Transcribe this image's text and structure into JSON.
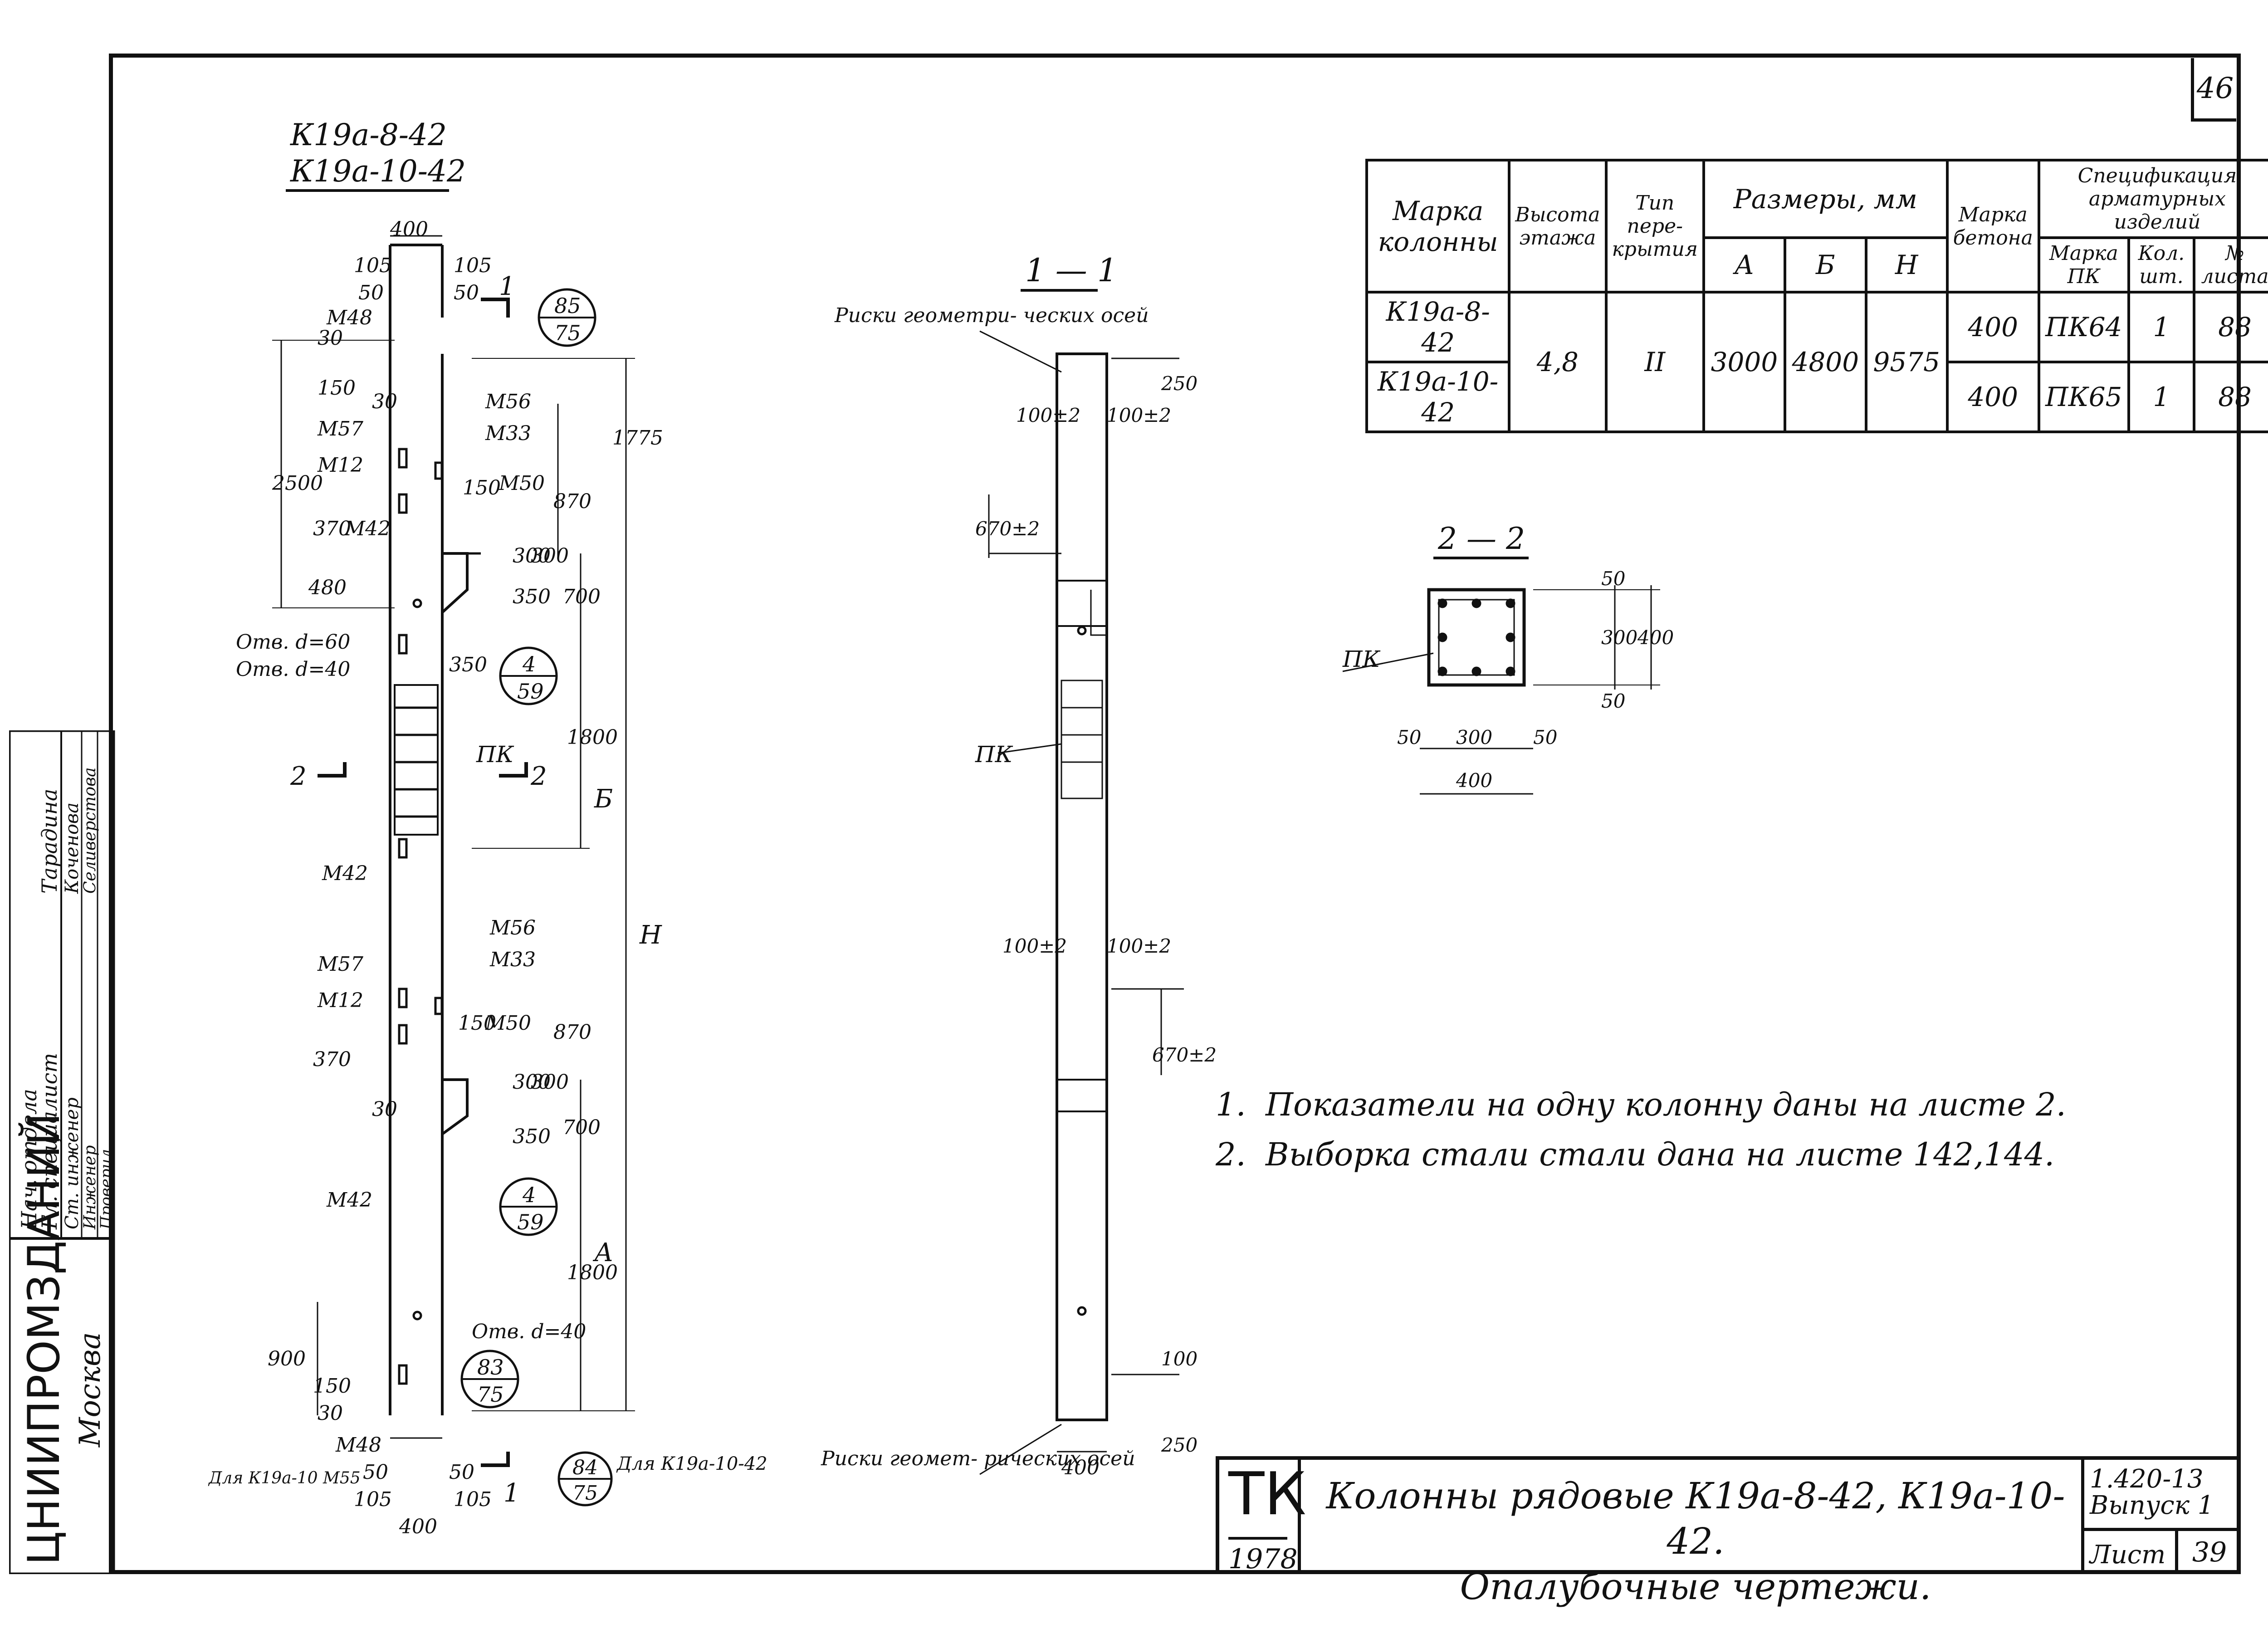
{
  "sheet": {
    "page_number": "46",
    "column_marks": [
      "К19а-8-42",
      "К19а-10-42"
    ]
  },
  "table": {
    "headers": {
      "mark": "Марка колонны",
      "floor_height": "Высота этажа",
      "floor_type": "Тип пере- крытия",
      "dims": "Размеры, мм",
      "dim_a": "А",
      "dim_b": "Б",
      "dim_h": "Н",
      "concrete": "Марка бетона",
      "spec": "Спецификация арматурных изделий",
      "spec_mark": "Марка ПК",
      "spec_qty": "Кол. шт.",
      "spec_sheet": "№ листа"
    },
    "rows": [
      {
        "mark": "К19а-8-42",
        "concrete": "400",
        "pk": "ПК64",
        "qty": "1",
        "sheet": "88"
      },
      {
        "mark": "К19а-10-42",
        "concrete": "400",
        "pk": "ПК65",
        "qty": "1",
        "sheet": "88"
      }
    ],
    "shared": {
      "floor_height": "4,8",
      "floor_type": "II",
      "a": "3000",
      "b": "4800",
      "h": "9575"
    }
  },
  "elevation": {
    "top_width": "400",
    "side_dims": [
      "105",
      "105",
      "50",
      "50",
      "30",
      "150",
      "30",
      "2500",
      "480",
      "370",
      "150",
      "870",
      "300",
      "300",
      "350",
      "700",
      "1775",
      "1800",
      "350",
      "30",
      "150",
      "870",
      "300",
      "300",
      "350",
      "700",
      "1800",
      "370",
      "900",
      "150",
      "30",
      "50",
      "50",
      "105",
      "105",
      "400"
    ],
    "letter_b": "Б",
    "letter_a": "А",
    "letter_h": "Н",
    "parts": [
      "М48",
      "М57",
      "М12",
      "М42",
      "М56",
      "М33",
      "М50",
      "М42",
      "М57",
      "М12",
      "М56",
      "М33",
      "М50",
      "М42",
      "М48"
    ],
    "hole_60": "Отв. d=60",
    "hole_40": "Отв. d=40",
    "hole_40b": "Отв. d=40",
    "pk": "ПК",
    "section_mark_1": "1",
    "section_mark_2": "2",
    "ref_top": {
      "top": "85",
      "bottom": "75"
    },
    "ref_mid1": {
      "top": "4",
      "bottom": "59"
    },
    "ref_mid2": {
      "top": "4",
      "bottom": "59"
    },
    "ref_bottom": {
      "top": "83",
      "bottom": "75"
    },
    "ref_bottom2": {
      "top": "84",
      "bottom": "75"
    },
    "for_note_left": "Для К19а-10 М55",
    "for_note_right": "Для К19а-10-42"
  },
  "section11": {
    "title": "1 — 1",
    "axis_top": "Риски геометри- ческих осей",
    "axis_bottom": "Риски геомет- рических осей",
    "pk": "ПК",
    "dims": [
      "100±2",
      "100±2",
      "670±2",
      "100±2",
      "100±2",
      "670±2",
      "250",
      "100",
      "250",
      "400"
    ]
  },
  "section22": {
    "title": "2 — 2",
    "pk": "ПК",
    "dims": [
      "50",
      "300",
      "50",
      "400",
      "50",
      "300",
      "50",
      "400"
    ]
  },
  "notes": [
    {
      "n": "1.",
      "text": "Показатели на одну колонну даны на листе 2."
    },
    {
      "n": "2.",
      "text": "Выборка стали стали дана на листе 142,144."
    }
  ],
  "title_block": {
    "org": "ТК",
    "year": "1978",
    "title_line1": "Колонны рядовые К19а-8-42, К19а-10-42.",
    "title_line2": "Опалубочные чертежи.",
    "code": "1.420-13",
    "issue": "Выпуск 1",
    "sheet_label": "Лист",
    "sheet_value": "39"
  },
  "stamp": {
    "institute": "ЦНИИПРОМЗДАНИЙ",
    "city": "Москва",
    "roles": [
      "Нач. отдела",
      "Гл. специалист",
      "Ст. инженер",
      "Инженер",
      "Проверил"
    ],
    "names": [
      "",
      "Тарадина",
      "Коченова",
      "Селиверстова",
      ""
    ]
  }
}
